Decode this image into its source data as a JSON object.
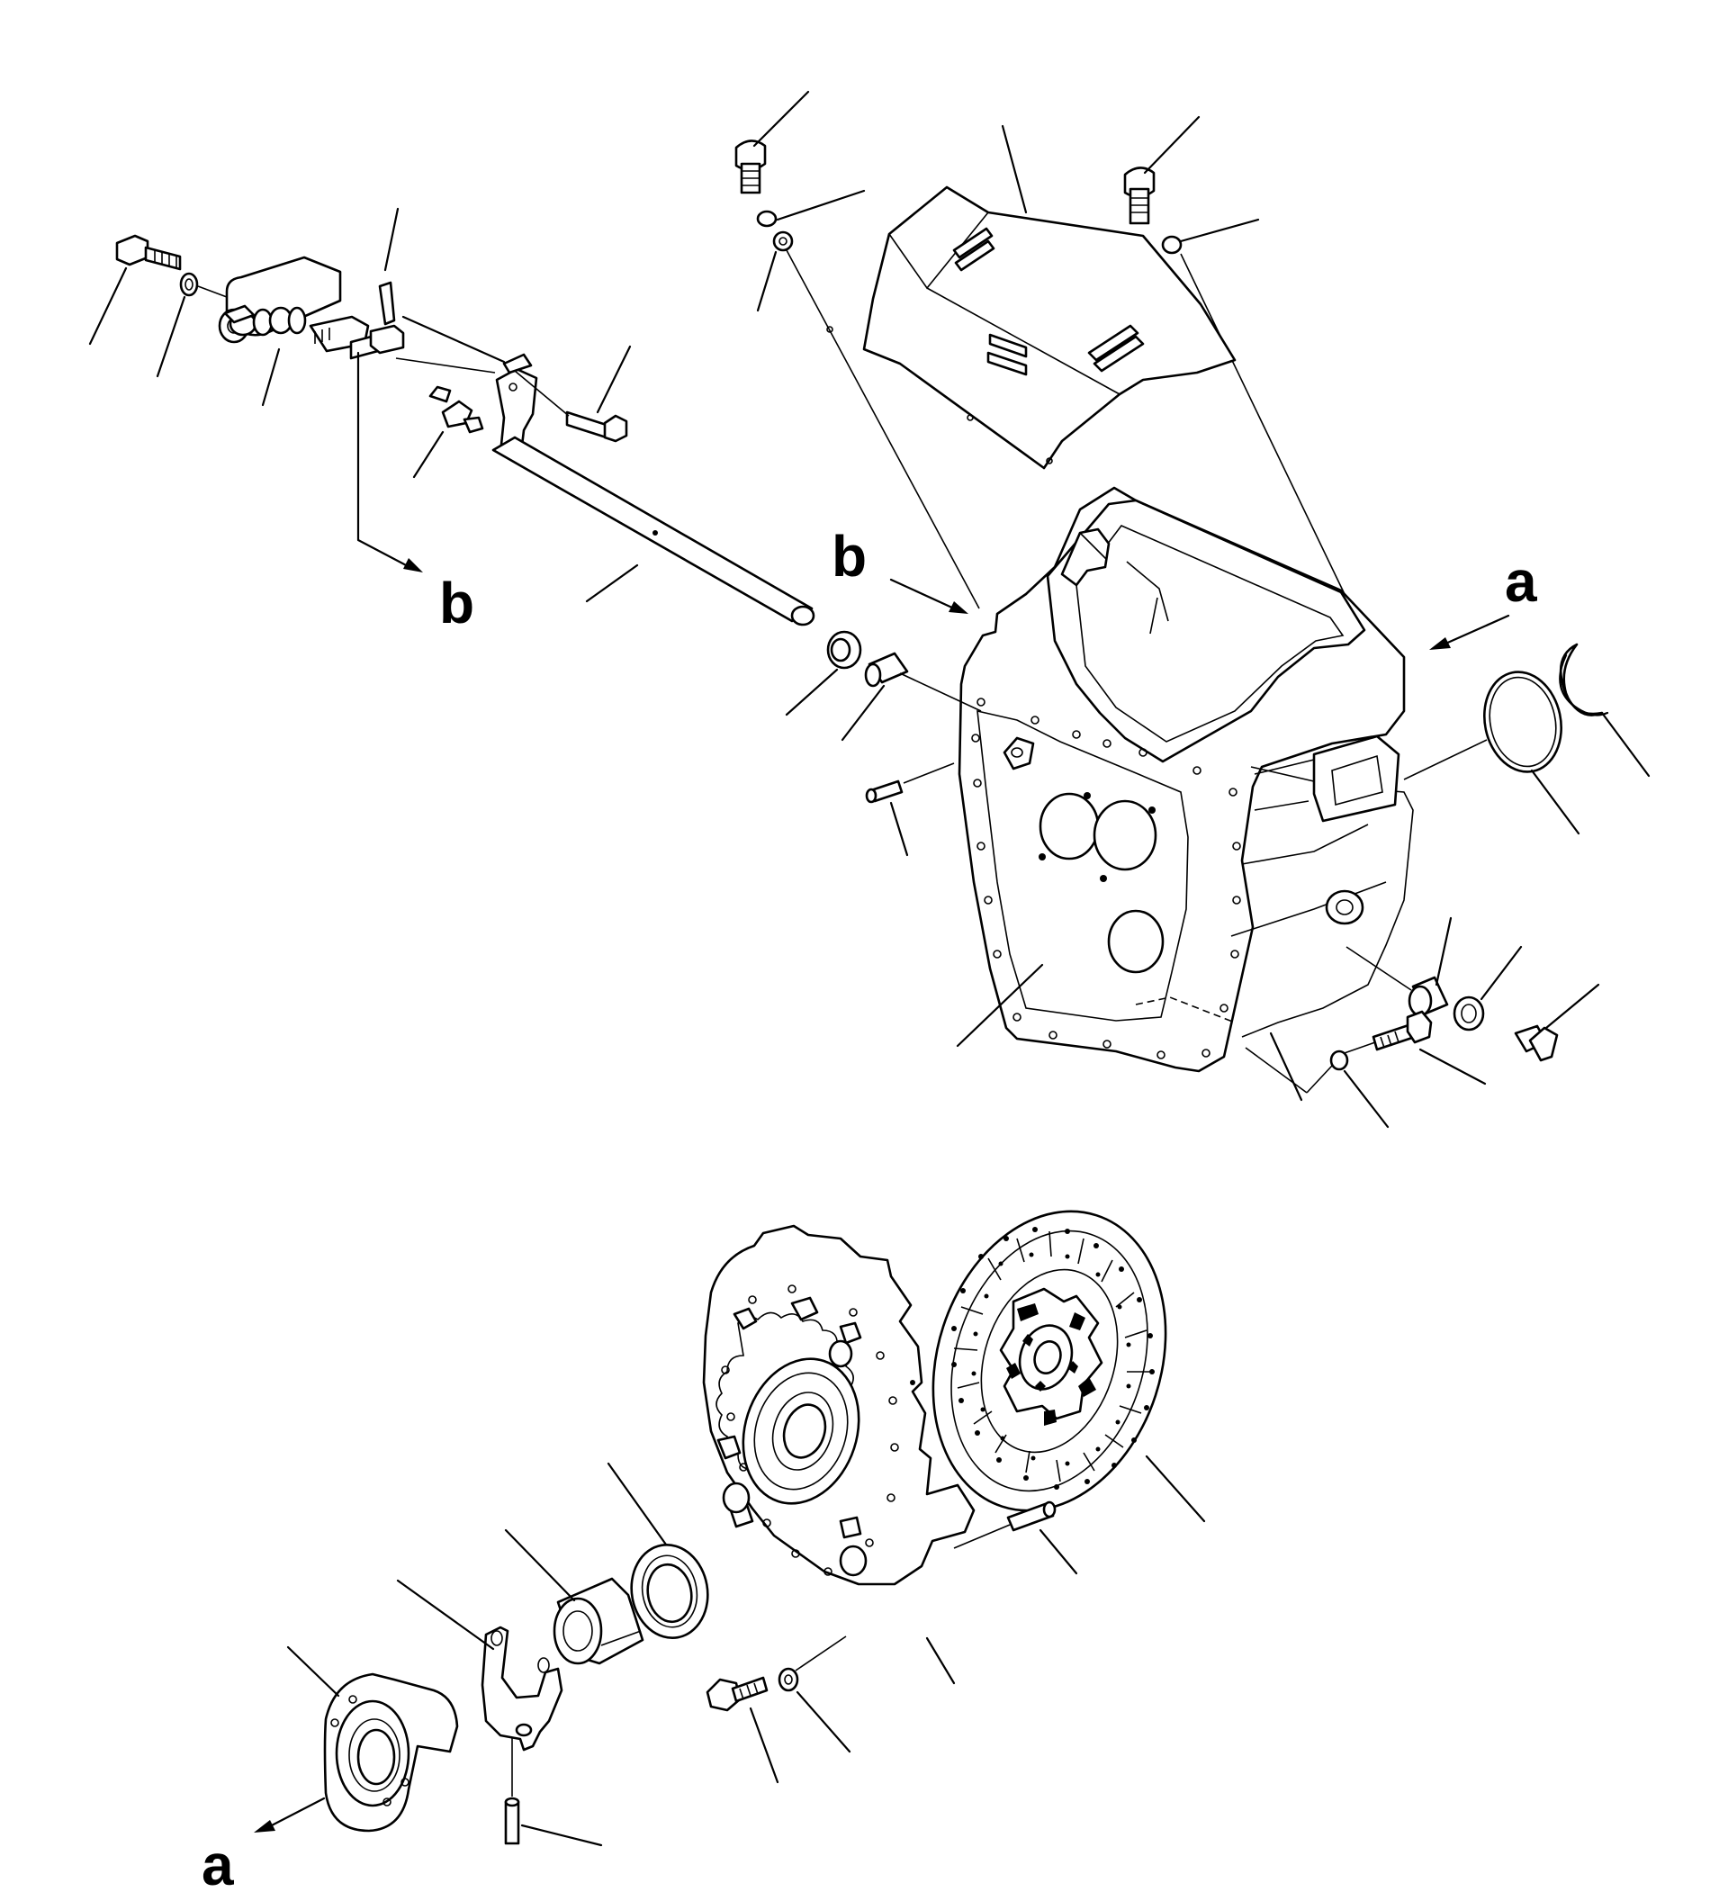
{
  "diagram": {
    "ref_labels": {
      "b_upper_left": "b",
      "b_center": "b",
      "a_right": "a",
      "a_lower_left": "a"
    },
    "parts": [
      "bolt",
      "washer",
      "clutch-cylinder",
      "fork-lever",
      "grease-fitting",
      "cross-shaft",
      "shaft-bolt",
      "oil-seal",
      "bushing",
      "dowel-pin",
      "cover-bolt",
      "lock-washer",
      "cover-washer",
      "cover-plate",
      "clutch-housing",
      "snap-ring",
      "o-ring",
      "plug",
      "seal-ring",
      "elbow-fitting",
      "housing-bolt",
      "housing-washer",
      "clutch-disc",
      "pressure-plate",
      "release-bearing",
      "bearing-carrier",
      "release-fork",
      "guide-tube",
      "pin",
      "plate-bolt",
      "plate-washer",
      "pilot-pin"
    ]
  }
}
